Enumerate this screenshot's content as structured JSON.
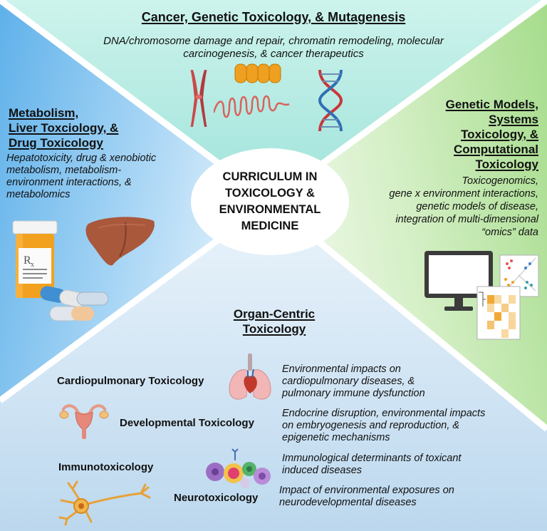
{
  "center": {
    "lines": [
      "CURRICULUM IN",
      "TOXICOLOGY &",
      "ENVIRONMENTAL",
      "MEDICINE"
    ]
  },
  "top": {
    "title": "Cancer, Genetic Toxicology, & Mutagenesis",
    "desc_lines": [
      "DNA/chromosome damage and repair, chromatin remodeling, molecular",
      "carcinogenesis, & cancer therapeutics"
    ]
  },
  "left": {
    "title_lines": [
      "Metabolism,",
      "Liver Toxciology, &",
      "Drug Toxicology"
    ],
    "desc_lines": [
      "Hepatotoxicity, drug & xenobiotic",
      "metabolism, metabolism-",
      "environment interactions, &",
      "metabolomics"
    ],
    "rx_label": "R"
  },
  "right": {
    "title_lines": [
      "Genetic Models,",
      "Systems",
      "Toxicology, &",
      "Computational",
      "Toxicology"
    ],
    "desc_lines": [
      "Toxicogenomics,",
      "gene x environment interactions,",
      "genetic models of disease,",
      "integration of multi-dimensional",
      "“omics” data"
    ]
  },
  "bottom": {
    "title_lines": [
      "Organ-Centric",
      "Toxicology"
    ],
    "items": [
      {
        "label": "Cardiopulmonary Toxicology",
        "desc_lines": [
          "Environmental impacts on",
          "cardiopulmonary diseases, &",
          "pulmonary immune dysfunction"
        ]
      },
      {
        "label": "Developmental Toxicology",
        "desc_lines": [
          "Endocrine disruption, environmental impacts",
          "on embryogenesis and reproduction, &",
          "epigenetic mechanisms"
        ]
      },
      {
        "label": "Immunotoxicology",
        "desc_lines": [
          "Immunological determinants of toxicant",
          "induced diseases"
        ]
      },
      {
        "label": "Neurotoxicology",
        "desc_lines": [
          "Impact of environmental exposures on",
          "neurodevelopmental diseases"
        ]
      }
    ]
  },
  "colors": {
    "top_quadrant": "#b5ebe4",
    "left_quadrant": "#7ec0ee",
    "right_quadrant": "#bfe6a9",
    "bottom_quadrant": "#cfe3f2",
    "divider": "#ffffff"
  },
  "icons": [
    "chromosome-icon",
    "chromatin-icon",
    "dna-helix-icon",
    "pill-bottle-icon",
    "capsules-icon",
    "liver-icon",
    "computer-monitor-icon",
    "scatter-plot-icon",
    "heatmap-icon",
    "lungs-heart-icon",
    "uterus-icon",
    "immune-cells-icon",
    "neuron-icon"
  ]
}
